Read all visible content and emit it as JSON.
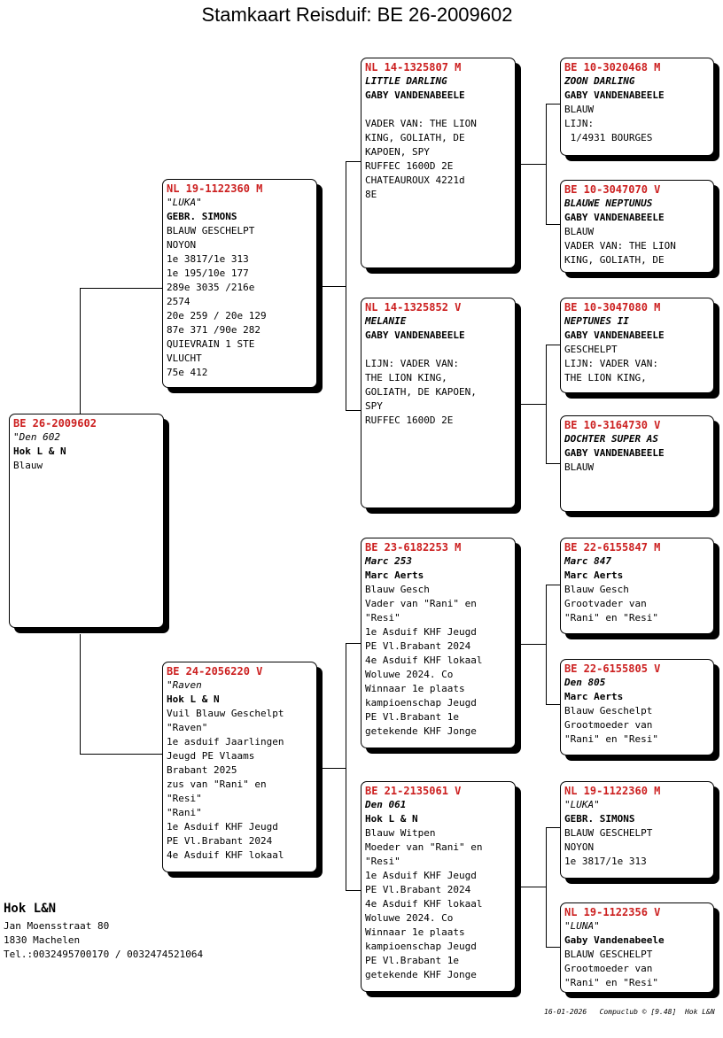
{
  "title": "Stamkaart Reisduif: BE  26-2009602",
  "cards": {
    "subject": {
      "ring": "BE  26-2009602",
      "name": "\"Den 602",
      "breeder": "Hok L & N",
      "lines": [
        "Blauw"
      ]
    },
    "father": {
      "ring": "NL  19-1122360 M",
      "name": "\"LUKA\"",
      "breeder": "GEBR. SIMONS",
      "lines": [
        "BLAUW GESCHELPT",
        "NOYON",
        "1e 3817/1e 313",
        "1e 195/10e 177",
        "289e 3035 /216e",
        "2574",
        "20e 259 / 20e 129",
        "87e 371 /90e 282",
        "QUIEVRAIN 1 STE",
        "VLUCHT",
        "75e 412"
      ]
    },
    "mother": {
      "ring": "BE  24-2056220 V",
      "name": "\"Raven",
      "breeder": "Hok L & N",
      "lines": [
        "Vuil Blauw Geschelpt",
        "\"Raven\"",
        "1e asduif Jaarlingen",
        "Jeugd PE Vlaams",
        "Brabant 2025",
        "zus van \"Rani\" en",
        "\"Resi\"",
        "\"Rani\"",
        "1e Asduif KHF Jeugd",
        "PE Vl.Brabant 2024",
        "4e Asduif KHF lokaal"
      ]
    },
    "ff": {
      "ring": "NL  14-1325807 M",
      "name": "LITTLE DARLING",
      "breeder": "GABY VANDENABEELE",
      "lines": [
        "",
        "VADER VAN: THE LION",
        "KING, GOLIATH, DE",
        "KAPOEN, SPY",
        "RUFFEC 1600D 2E",
        "CHATEAUROUX 4221d",
        "8E"
      ]
    },
    "fm": {
      "ring": "NL  14-1325852 V",
      "name": "MELANIE",
      "breeder": "GABY VANDENABEELE",
      "lines": [
        "",
        "LIJN: VADER VAN:",
        "THE LION KING,",
        "GOLIATH, DE KAPOEN,",
        "SPY",
        "RUFFEC 1600D 2E"
      ]
    },
    "mf": {
      "ring": "BE  23-6182253 M",
      "name": "Marc 253",
      "breeder": "Marc Aerts",
      "lines": [
        "Blauw Gesch",
        "Vader van \"Rani\" en",
        "\"Resi\"",
        "1e Asduif KHF Jeugd",
        "PE Vl.Brabant 2024",
        "4e Asduif KHF lokaal",
        "Woluwe 2024. Co",
        "Winnaar 1e plaats",
        "kampioenschap Jeugd",
        "PE Vl.Brabant 1e",
        "getekende KHF Jonge"
      ]
    },
    "mm": {
      "ring": "BE  21-2135061 V",
      "name": "Den 061",
      "breeder": "Hok L & N",
      "lines": [
        "Blauw Witpen",
        "Moeder van \"Rani\" en",
        "\"Resi\"",
        "1e Asduif KHF Jeugd",
        "PE Vl.Brabant 2024",
        "4e Asduif KHF lokaal",
        "Woluwe 2024. Co",
        "Winnaar 1e plaats",
        "kampioenschap Jeugd",
        "PE Vl.Brabant 1e",
        "getekende KHF Jonge"
      ]
    },
    "fff": {
      "ring": "BE  10-3020468 M",
      "name": "ZOON DARLING",
      "breeder": "GABY VANDENABEELE",
      "lines": [
        "BLAUW",
        "LIJN:",
        " 1/4931 BOURGES"
      ]
    },
    "ffm": {
      "ring": "BE  10-3047070 V",
      "name": "BLAUWE NEPTUNUS",
      "breeder": "GABY VANDENABEELE",
      "lines": [
        "BLAUW",
        "VADER VAN: THE LION",
        "KING, GOLIATH, DE"
      ]
    },
    "fmf": {
      "ring": "BE  10-3047080 M",
      "name": "NEPTUNES II",
      "breeder": "GABY VANDENABEELE",
      "lines": [
        "GESCHELPT",
        "LIJN: VADER VAN:",
        "THE LION KING,"
      ]
    },
    "fmm": {
      "ring": "BE  10-3164730 V",
      "name": "DOCHTER SUPER AS",
      "breeder": "GABY VANDENABEELE",
      "lines": [
        "BLAUW"
      ]
    },
    "mff": {
      "ring": "BE  22-6155847 M",
      "name": "Marc 847",
      "breeder": "Marc Aerts",
      "lines": [
        "Blauw Gesch",
        "Grootvader van",
        "\"Rani\" en \"Resi\""
      ]
    },
    "mfm": {
      "ring": "BE  22-6155805 V",
      "name": "Den 805",
      "breeder": "Marc Aerts",
      "lines": [
        "Blauw Geschelpt",
        "Grootmoeder van",
        "\"Rani\" en \"Resi\""
      ]
    },
    "mmf": {
      "ring": "NL  19-1122360 M",
      "name": "\"LUKA\"",
      "breeder": "GEBR. SIMONS",
      "lines": [
        "BLAUW GESCHELPT",
        "NOYON",
        "1e 3817/1e 313"
      ]
    },
    "mmm": {
      "ring": "NL  19-1122356 V",
      "name": "\"LUNA\"",
      "breeder": "Gaby Vandenabeele",
      "lines": [
        "BLAUW GESCHELPT",
        "Grootmoeder van",
        "\"Rani\" en \"Resi\""
      ]
    }
  },
  "owner": {
    "name": "Hok L&N",
    "address": "Jan Moensstraat 80",
    "city": "1830  Machelen",
    "phone": "Tel.:0032495700170 / 0032474521064"
  },
  "footer": "16-01-2026   Compuclub © [9.48]  Hok L&N"
}
